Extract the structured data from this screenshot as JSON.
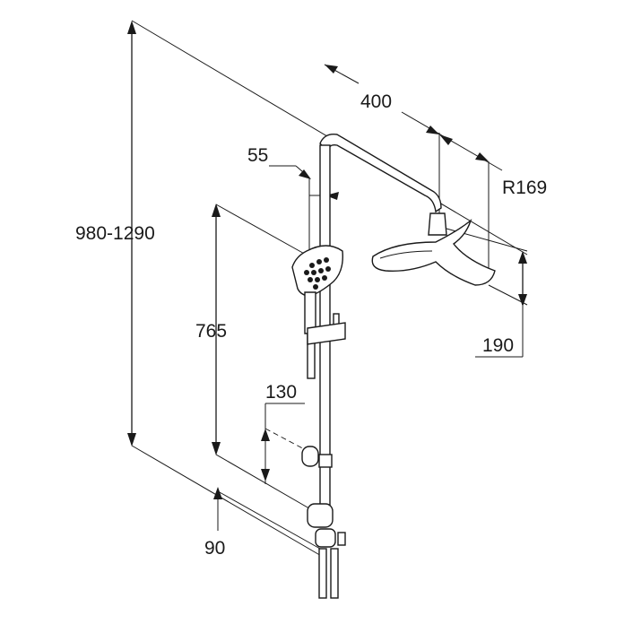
{
  "drawing": {
    "dimensions": {
      "total_height": "980-1290",
      "arm_length": "400",
      "radius": "R169",
      "handshower_offset": "55",
      "slider_height": "765",
      "holder_distance": "130",
      "head_height": "190",
      "outlet_offset": "90"
    }
  },
  "colors": {
    "line": "#1a1a1a",
    "background": "#ffffff"
  }
}
